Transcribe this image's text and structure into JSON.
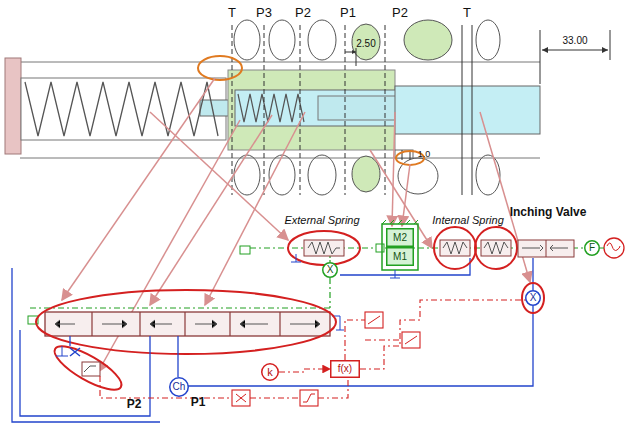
{
  "diagram": {
    "nodes": [
      {
        "text": [
          "M2"
        ]
      },
      {
        "text": [
          "M1"
        ]
      },
      {
        "text": [
          "k"
        ]
      },
      {
        "text": [
          "f(x)"
        ]
      },
      {
        "text": [
          "X"
        ]
      },
      {
        "text": [
          "X"
        ]
      },
      {
        "text": [
          "Ch"
        ]
      },
      {
        "text": [
          "F"
        ]
      }
    ],
    "edges": [
      {
        "from": 2,
        "to": 3,
        "arrow": "to"
      }
    ],
    "labels": [
      "T",
      "P3",
      "P2",
      "P1",
      "P2",
      "T",
      "2.50",
      "33.00",
      "1.0",
      "External Spring",
      "Internal Spring",
      "Inching Valve",
      "P2",
      "P1"
    ]
  }
}
